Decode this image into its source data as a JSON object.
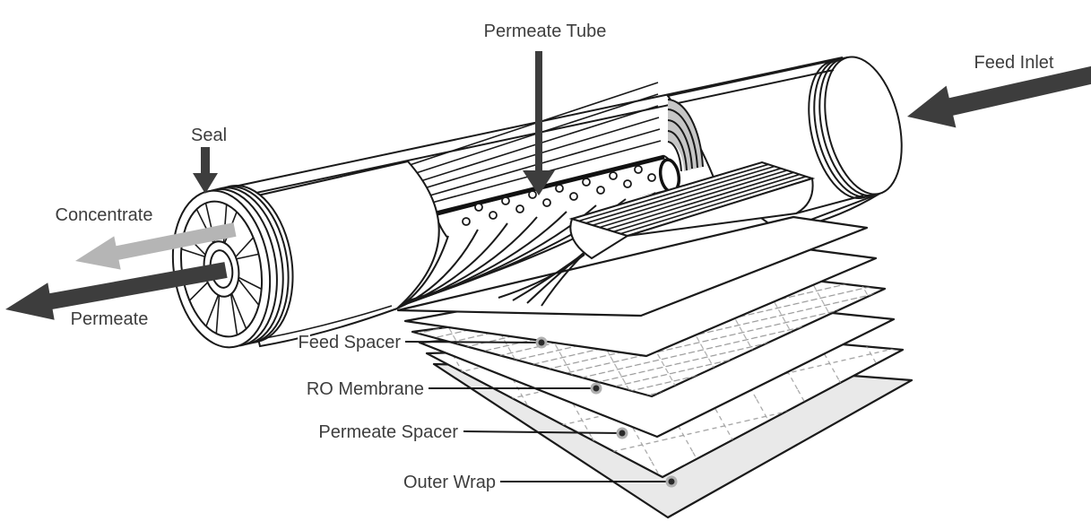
{
  "diagram": {
    "labels": {
      "permeate_tube": "Permeate Tube",
      "feed_inlet": "Feed Inlet",
      "seal": "Seal",
      "concentrate": "Concentrate",
      "permeate": "Permeate",
      "feed_spacer": "Feed Spacer",
      "ro_membrane": "RO Membrane",
      "permeate_spacer": "Permeate Spacer",
      "outer_wrap": "Outer Wrap"
    },
    "colors": {
      "line": "#1a1a1a",
      "label_text": "#3d3d3d",
      "dark_arrow": "#3d3d3d",
      "light_arrow": "#b5b5b5",
      "outer_wrap_fill": "#e9e9e9",
      "cut_face_gray": "#c6c6c6",
      "background": "#ffffff"
    }
  }
}
